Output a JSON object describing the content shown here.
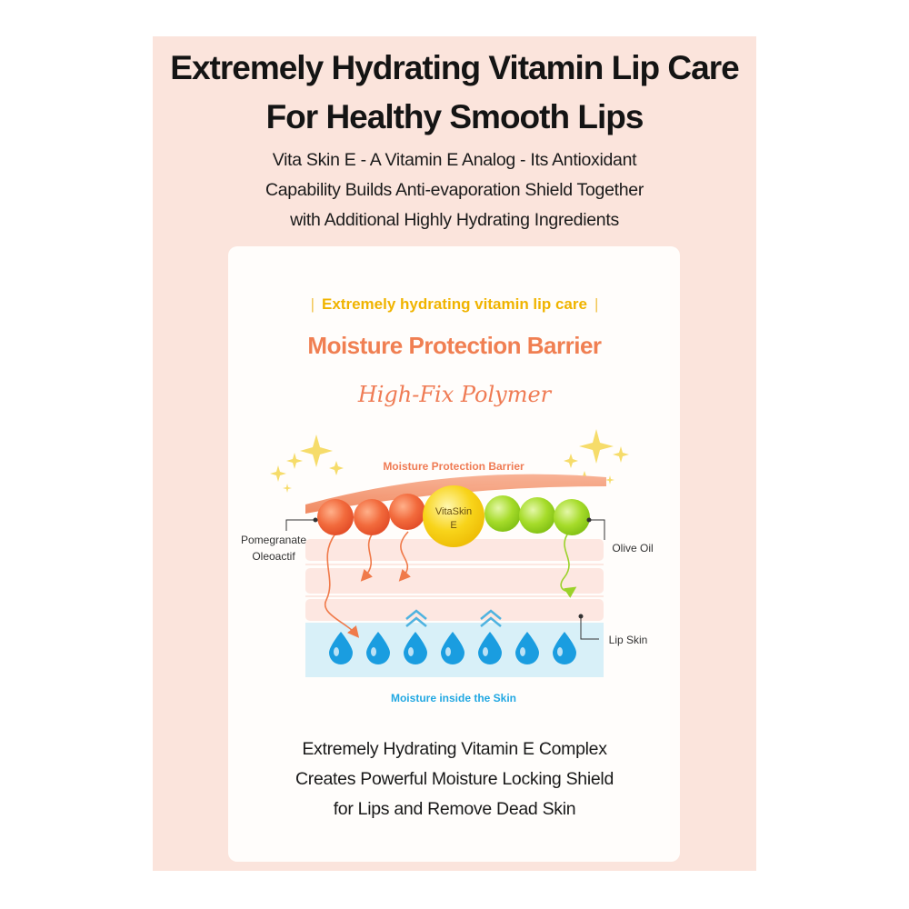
{
  "headline": {
    "line1": "Extremely Hydrating Vitamin Lip Care",
    "line2": "For Healthy Smooth Lips"
  },
  "subline": {
    "line1": "Vita Skin E - A Vitamin E Analog - Its Antioxidant",
    "line2": "Capability Builds Anti-evaporation Shield Together",
    "line3": "with Additional Highly Hydrating Ingredients"
  },
  "card": {
    "tagline": "Extremely hydrating vitamin lip care",
    "tagline_separator": "|",
    "heading": "Moisture Protection Barrier",
    "subheading": "High-Fix Polymer"
  },
  "diagram": {
    "barrier_label": "Moisture Protection Barrier",
    "center_ball_line1": "VitaSkin",
    "center_ball_line2": "E",
    "left_label_line1": "Pomegranate",
    "left_label_line2": "Oleoactif",
    "right_label_olive": "Olive Oil",
    "right_label_lip": "Lip Skin",
    "bottom_label": "Moisture inside the Skin"
  },
  "bottom": {
    "line1": "Extremely Hydrating Vitamin E Complex",
    "line2": "Creates Powerful Moisture Locking Shield",
    "line3": "for Lips and Remove Dead Skin"
  },
  "colors": {
    "panel": "#fbe4dc",
    "card": "#fffdfb",
    "tagline": "#f0b400",
    "heading": "#f07f52",
    "barrier": "#f39a72",
    "pomegranate": "#f26a3c",
    "vitamin_e": "#f8d41a",
    "olive": "#a6dc2a",
    "water": "#1a9de0",
    "skin_band": "#fbe2dc",
    "moisture_band": "#d8f0f8"
  }
}
